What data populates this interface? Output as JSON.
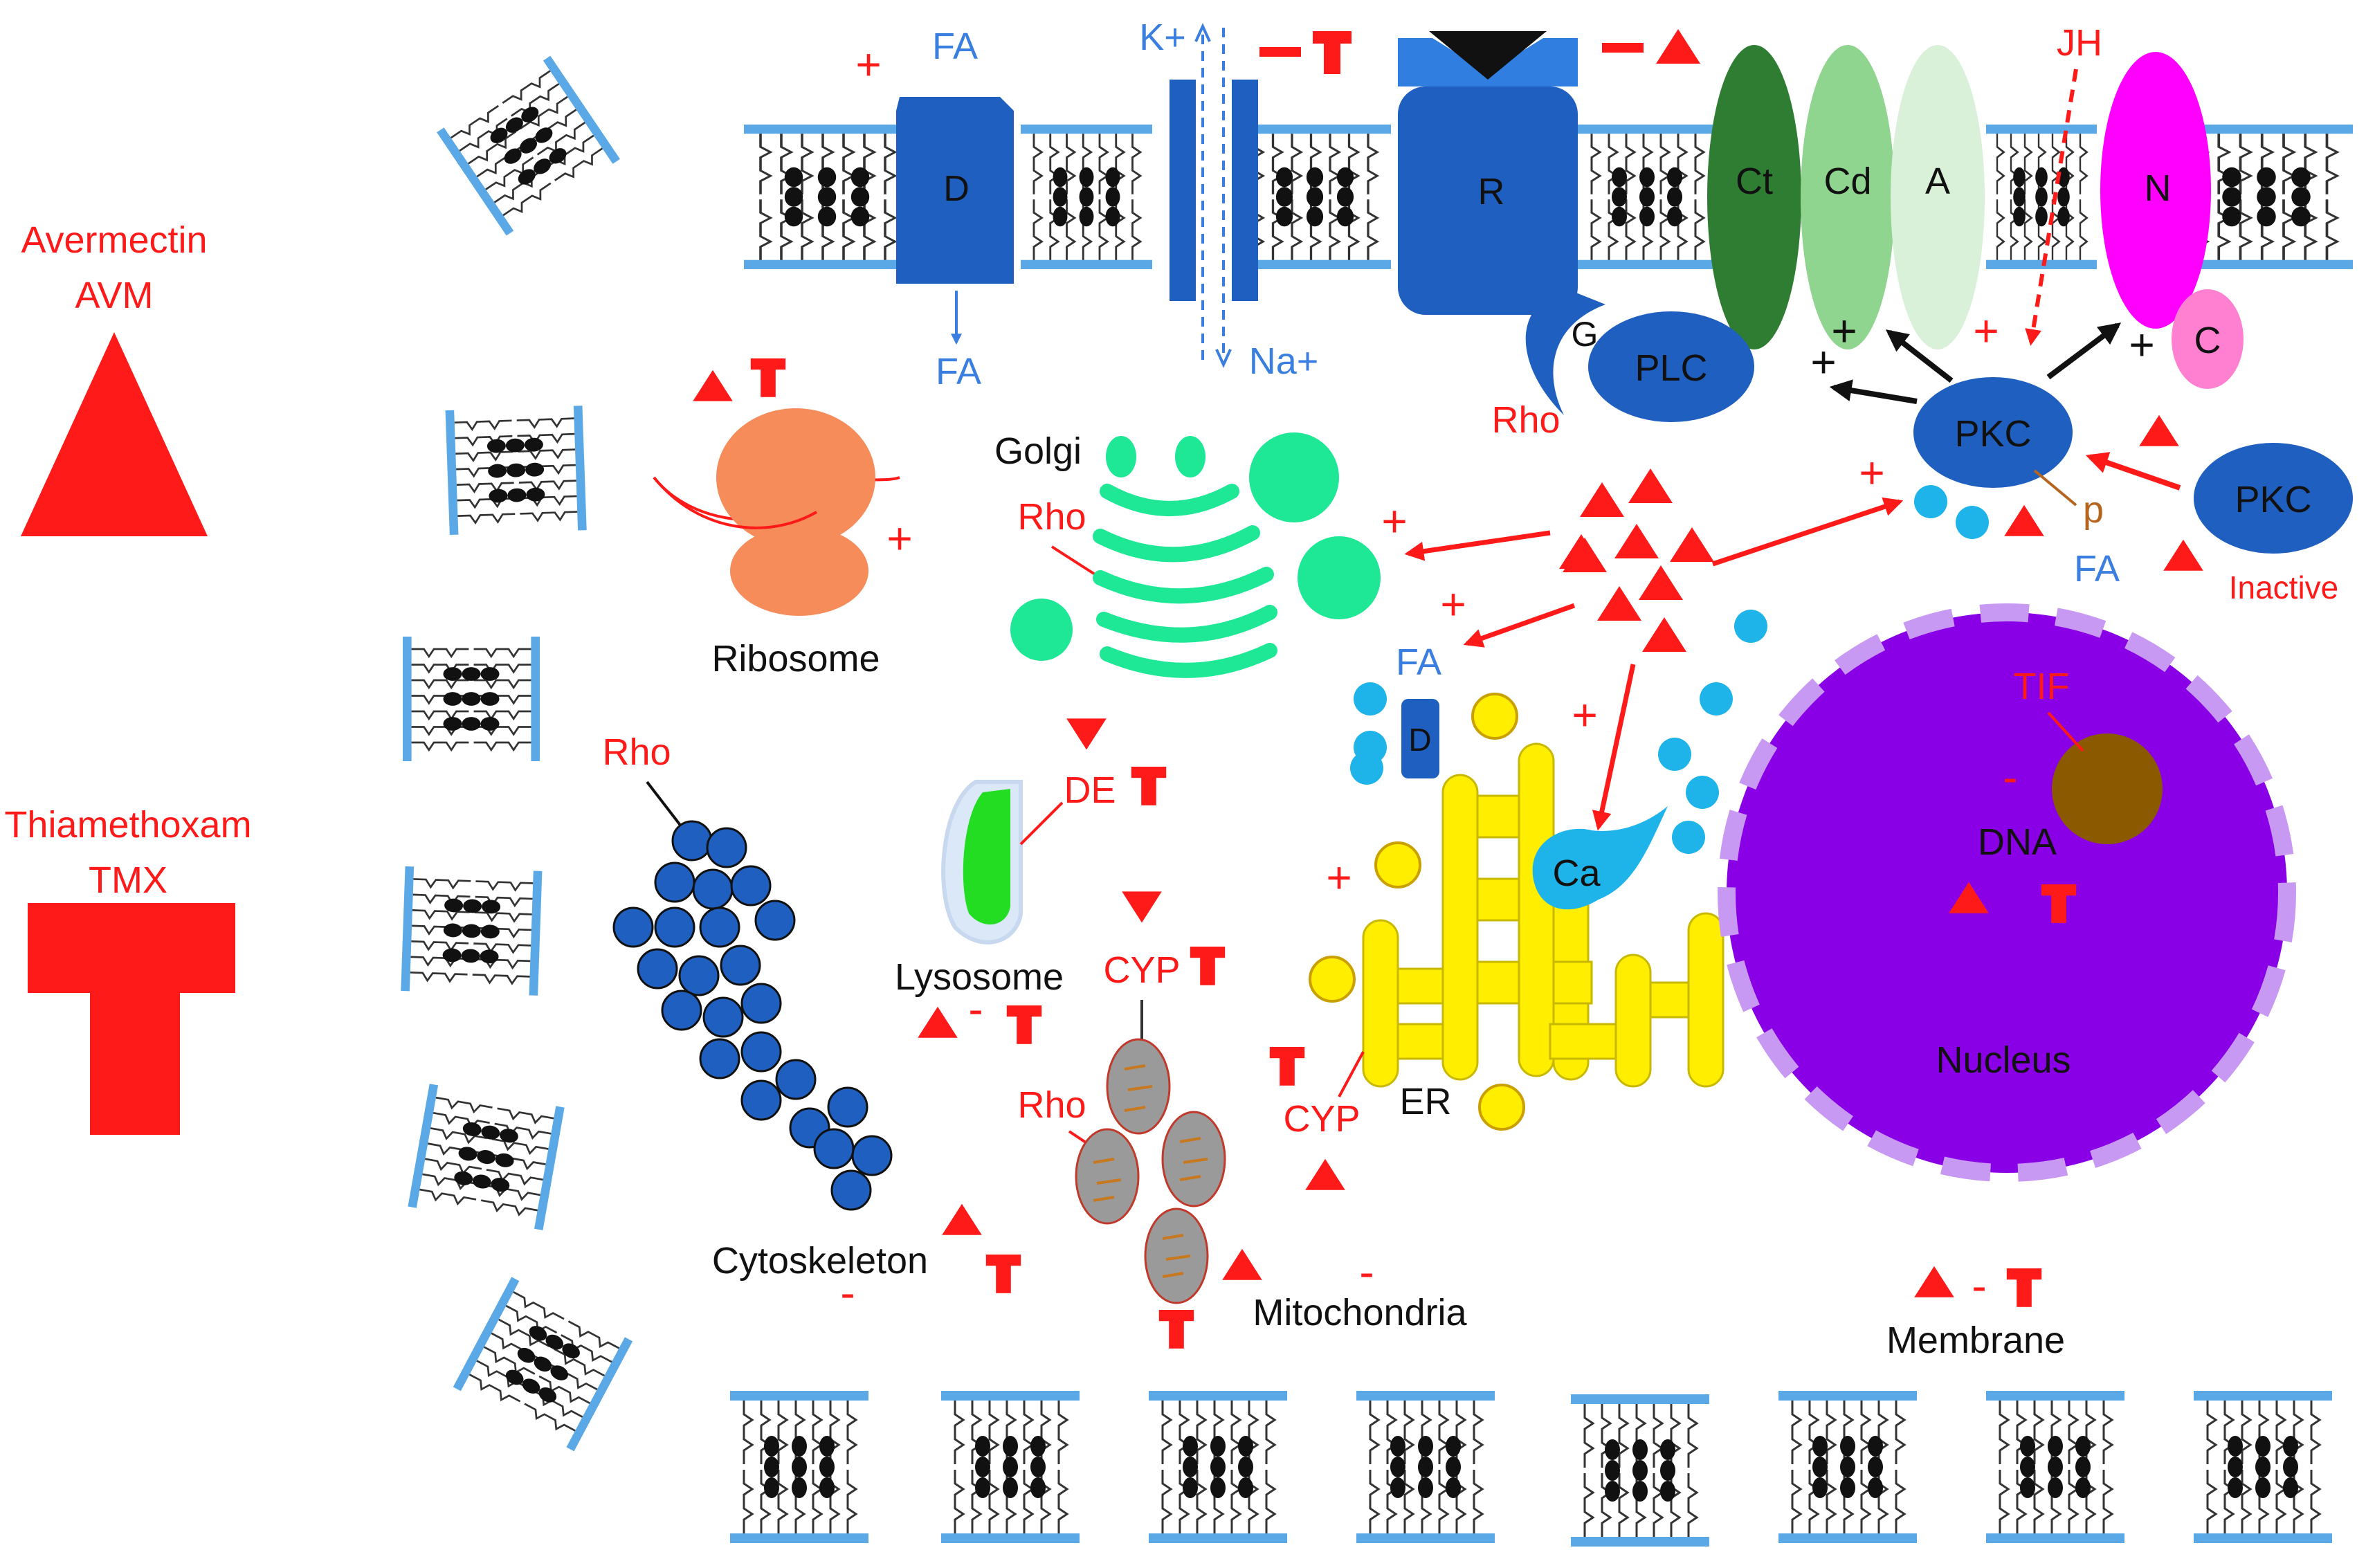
{
  "legend": {
    "avermectin_name": "Avermectin",
    "avermectin_abbr": "AVM",
    "thiamethoxam_name": "Thiamethoxam",
    "thiamethoxam_abbr": "TMX"
  },
  "membrane_proteins": {
    "channel_D": "D",
    "fa_top": "FA",
    "fa_bottom": "FA",
    "k_ion": "K+",
    "na_ion": "Na+",
    "receptor": "R",
    "ct": "Ct",
    "cd": "Cd",
    "a": "A",
    "n": "N",
    "c": "C",
    "jh": "JH"
  },
  "signaling": {
    "g": "G",
    "plc": "PLC",
    "pkc_active": "PKC",
    "pkc_inactive": "PKC",
    "inactive": "Inactive",
    "p": "p",
    "fa": "FA",
    "rho_g": "Rho"
  },
  "organelles": {
    "ribosome": "Ribosome",
    "golgi": "Golgi",
    "rho_golgi": "Rho",
    "lysosome": "Lysosome",
    "de": "DE",
    "cyp_mito": "CYP",
    "rho_mito": "Rho",
    "mitochondria": "Mitochondria",
    "cytoskeleton": "Cytoskeleton",
    "rho_cyto": "Rho",
    "er": "ER",
    "cyp_er": "CYP",
    "ca": "Ca",
    "fa_er": "FA",
    "d_er": "D",
    "nucleus": "Nucleus",
    "dna": "DNA",
    "tif": "TIF",
    "membrane": "Membrane"
  },
  "signs": {
    "plus": "+",
    "minus": "-"
  },
  "colors": {
    "drug_red": "#ff1a1a",
    "protein_blue": "#1f5fbf",
    "membrane_blue": "#5aa9e6",
    "ribosome_orange": "#f58c5a",
    "golgi_green": "#1ee896",
    "lysosome_green": "#22dd22",
    "cytoskeleton_blue": "#1f5fbf",
    "er_yellow": "#ffee00",
    "ca_cyan": "#1eb4ea",
    "nucleus_purple": "#8a00e6",
    "nucleolus_brown": "#8b5a00",
    "mito_grey": "#9a9a9a",
    "ct_green": "#2e7d32",
    "cd_green": "#8fd48f",
    "a_green": "#d9f0d9",
    "n_magenta": "#ff00ff",
    "c_pink": "#ff7fd0"
  }
}
